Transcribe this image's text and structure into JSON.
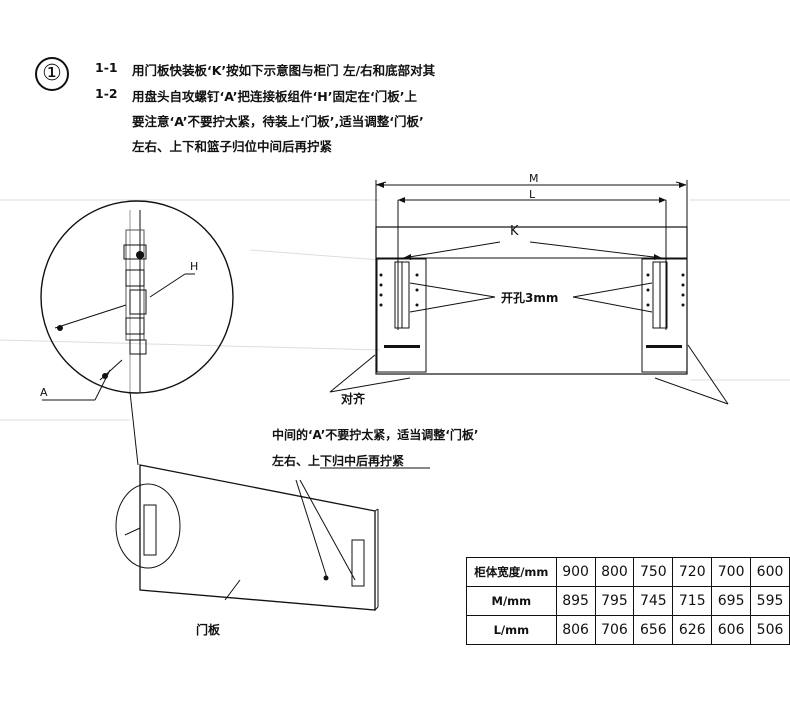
{
  "step_marker": "①",
  "instructions": [
    {
      "num": "1-1",
      "lines": [
        "用门板快装板‘K’按如下示意图与柜门 左/右和底部对其"
      ]
    },
    {
      "num": "1-2",
      "lines": [
        "用盘头自攻螺钉‘A’把连接板组件‘H’固定在‘门板’上",
        "要注意‘A’不要拧太紧，待装上‘门板’,适当调整‘门板’",
        "左右、上下和篮子归位中间后再拧紧"
      ]
    }
  ],
  "labels": {
    "M": "M",
    "L": "L",
    "K": "K",
    "H": "H",
    "A": "A",
    "hole": "开孔3mm",
    "align": "对齐",
    "door": "门板",
    "note_line1": "中间的‘A’不要拧太紧，适当调整‘门板’",
    "note_line2": "左右、上下归中后再拧紧"
  },
  "table": {
    "rows": [
      {
        "head": "柜体宽度/mm",
        "values": [
          "900",
          "800",
          "750",
          "720",
          "700",
          "600"
        ]
      },
      {
        "head": "M/mm",
        "values": [
          "895",
          "795",
          "745",
          "715",
          "695",
          "595"
        ]
      },
      {
        "head": "L/mm",
        "values": [
          "806",
          "706",
          "656",
          "626",
          "606",
          "506"
        ]
      }
    ]
  }
}
